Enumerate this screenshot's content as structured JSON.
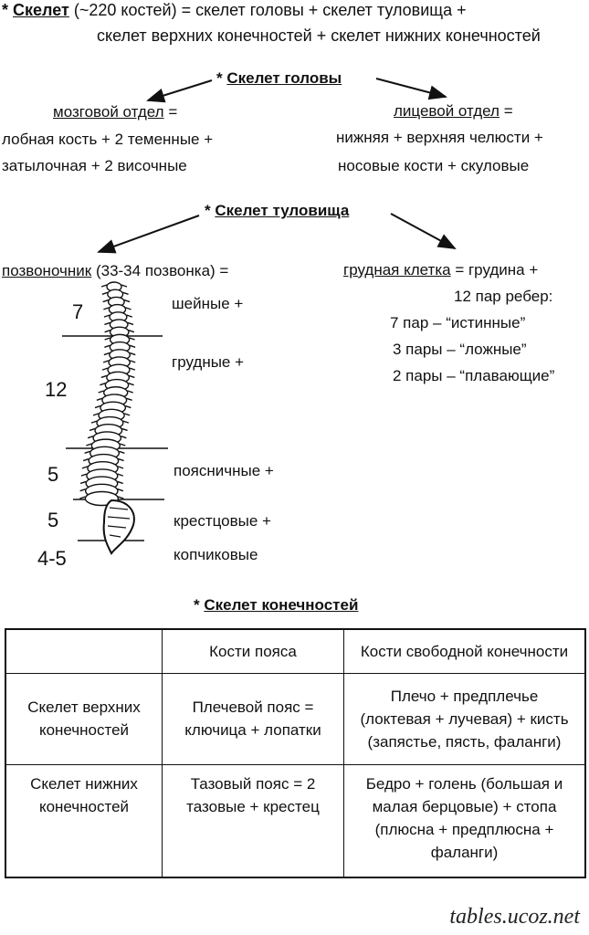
{
  "header": {
    "star": "*",
    "skeleton_word": "Скелет",
    "line1_rest": "(~220 костей) = скелет головы + скелет туловища +",
    "line2": "скелет верхних конечностей + скелет нижних конечностей"
  },
  "head": {
    "title": "Скелет головы",
    "left_title": "мозговой отдел",
    "left_title_suffix": "=",
    "left_line1": "лобная кость + 2 теменные +",
    "left_line2": "затылочная + 2 височные",
    "right_title": "лицевой отдел",
    "right_title_suffix": "=",
    "right_line1": "нижняя + верхняя челюсти +",
    "right_line2": "носовые кости + скуловые"
  },
  "trunk": {
    "title": "Скелет туловища",
    "spine_title": "позвоночник",
    "spine_rest": "(33-34 позвонка) =",
    "chest_title": "грудная клетка",
    "chest_rest": "= грудина +",
    "ribs": "12 пар ребер:",
    "ribs_true": "7 пар – “истинные”",
    "ribs_false": "3 пары – “ложные”",
    "ribs_floating": "2 пары – “плавающие”",
    "segments": [
      {
        "count": "7",
        "label": "шейные +"
      },
      {
        "count": "12",
        "label": "грудные +"
      },
      {
        "count": "5",
        "label": "поясничные +"
      },
      {
        "count": "5",
        "label": "крестцовые +"
      },
      {
        "count": "4-5",
        "label": "копчиковые"
      }
    ]
  },
  "limbs": {
    "title": "Скелет конечностей",
    "headers": [
      "",
      "Кости пояса",
      "Кости свободной конечности"
    ],
    "rows": [
      {
        "name": [
          "Скелет верхних",
          "конечностей"
        ],
        "girdle": [
          "Плечевой пояс =",
          "ключица + лопатки"
        ],
        "free": [
          "Плечо + предплечье",
          "(локтевая + лучевая) + кисть",
          "(запястье, пясть, фаланги)"
        ]
      },
      {
        "name": [
          "Скелет нижних",
          "конечностей"
        ],
        "girdle": [
          "Тазовый пояс = 2",
          "тазовые + крестец"
        ],
        "free": [
          "Бедро + голень (большая и",
          "малая берцовые) + стопа",
          "(плюсна + предплюсна +",
          "фаланги)"
        ]
      }
    ]
  },
  "watermark": "tables.ucoz.net"
}
